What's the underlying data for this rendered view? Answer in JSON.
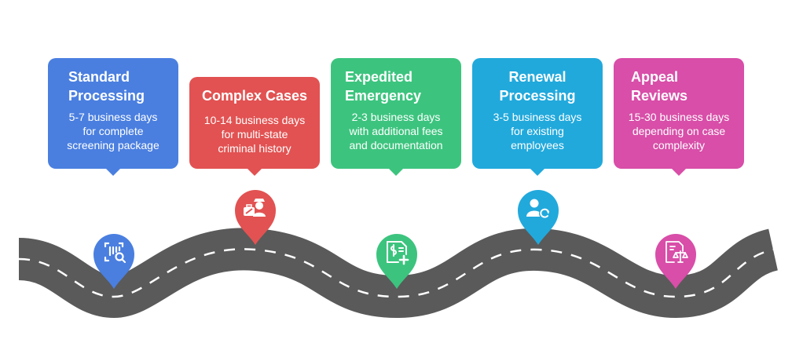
{
  "colors": {
    "road": "#5a5a5a",
    "road_dash": "#ffffff",
    "standard": "#4a7fe0",
    "complex": "#e25252",
    "expedited": "#3cc47e",
    "renewal": "#21a9dc",
    "appeal": "#d84ea8"
  },
  "steps": [
    {
      "title": "Standard\nProcessing",
      "description": "5-7 business days\nfor complete\nscreening package",
      "icon": "barcode-search-icon"
    },
    {
      "title": "Complex Cases",
      "description": "10-14 business days\nfor multi-state\ncriminal history",
      "icon": "detective-briefcase-icon"
    },
    {
      "title": "Expedited\nEmergency",
      "description": "2-3 business days\nwith additional fees\nand documentation",
      "icon": "document-plus-icon"
    },
    {
      "title": "Renewal\nProcessing",
      "description": "3-5 business days\nfor existing\nemployees",
      "icon": "user-refresh-icon"
    },
    {
      "title": "Appeal\nReviews",
      "description": "15-30 business days\ndepending on case\ncomplexity",
      "icon": "document-scale-icon"
    }
  ]
}
